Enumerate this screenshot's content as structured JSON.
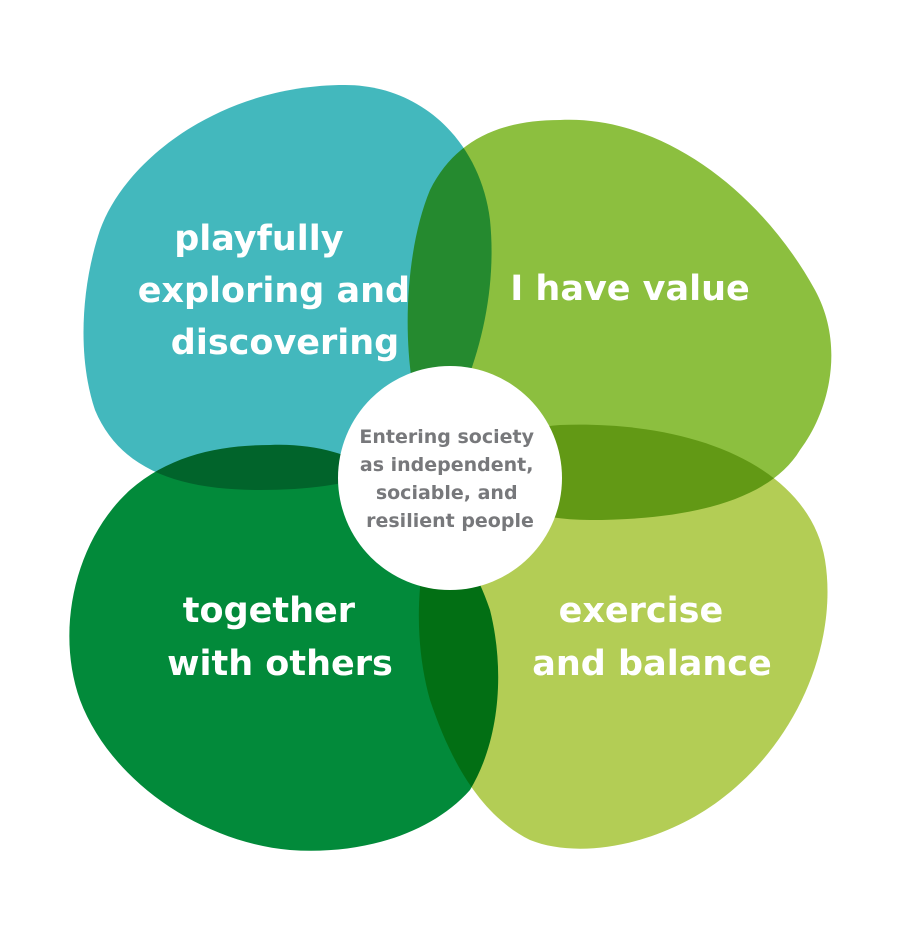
{
  "colors": {
    "teal": "#43b8bd",
    "green_light": "#8cbf3f",
    "green_pale": "#b3cd55",
    "green_dark": "#028a3a",
    "center_fill": "#ffffff",
    "center_text": "#77787b",
    "label_text": "#ffffff"
  },
  "petals": [
    {
      "id": "top-left",
      "color_key": "teal",
      "lines": [
        "playfully",
        "exploring and",
        "discovering"
      ]
    },
    {
      "id": "top-right",
      "color_key": "green_light",
      "lines": [
        "I have value"
      ]
    },
    {
      "id": "bottom-left",
      "color_key": "green_dark",
      "lines": [
        "together",
        "with others"
      ]
    },
    {
      "id": "bottom-right",
      "color_key": "green_pale",
      "lines": [
        "exercise",
        "and balance"
      ]
    }
  ],
  "center": {
    "lines": [
      "Entering society",
      "as independent,",
      "sociable, and",
      "resilient people"
    ]
  }
}
